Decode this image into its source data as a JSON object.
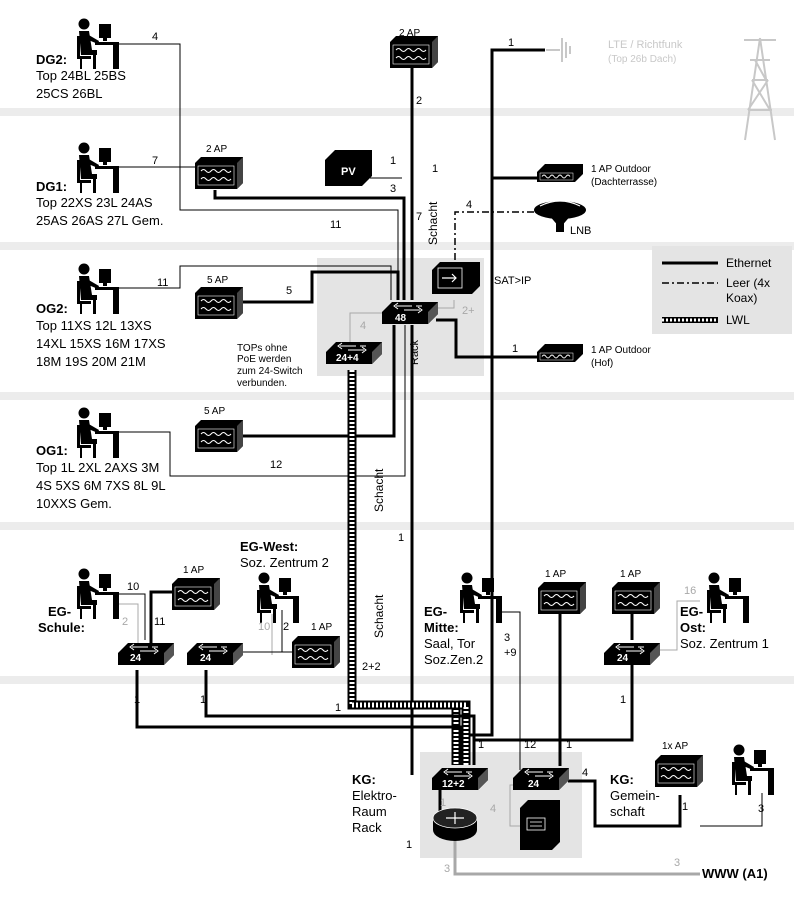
{
  "floors": {
    "dg2": {
      "name": "DG2:",
      "line1": "Top 24BL 25BS",
      "line2": "25CS 26BL"
    },
    "dg1": {
      "name": "DG1:",
      "line1": "Top 22XS 23L 24AS",
      "line2": "25AS 26AS 27L Gem."
    },
    "og2": {
      "name": "OG2:",
      "line1": "Top 11XS 12L 13XS",
      "line2": "14XL 15XS 16M 17XS",
      "line3": "18M 19S 20M 21M"
    },
    "og1": {
      "name": "OG1:",
      "line1": "Top 1L 2XL 2AXS 3M",
      "line2": "4S 5XS 6M 7XS 8L 9L",
      "line3": "10XXS Gem."
    },
    "eg_schule": {
      "name1": "EG-",
      "name2": "Schule:"
    },
    "eg_west": {
      "name": "EG-West:",
      "line1": "Soz. Zentrum 2"
    },
    "eg_mitte": {
      "name1": "EG-",
      "name2": "Mitte:",
      "line1": "Saal, Tor",
      "line2": "Soz.Zen.2"
    },
    "eg_ost": {
      "name1": "EG-",
      "name2": "Ost:",
      "line1": "Soz. Zentrum 1"
    },
    "kg_rack": {
      "name": "KG:",
      "line1": "Elektro-",
      "line2": "Raum",
      "line3": "Rack"
    },
    "kg_gem": {
      "name": "KG:",
      "line1": "Gemein-",
      "line2": "schaft"
    }
  },
  "devices": {
    "ap_dg2": "2 AP",
    "ap_dg1": "2 AP",
    "pv": "PV",
    "lte": "LTE / Richtfunk",
    "lte_sub": "(Top 26b Dach)",
    "ap_outdoor_roof": "1 AP Outdoor",
    "ap_outdoor_roof_sub": "(Dachterrasse)",
    "lnb": "LNB",
    "sat_ip": "SAT>IP",
    "ap_og2": "5 AP",
    "switch_48": "48",
    "switch_24_4": "24+4",
    "ap_outdoor_hof": "1 AP Outdoor",
    "ap_outdoor_hof_sub": "(Hof)",
    "ap_og1": "5 AP",
    "ap_schule": "1 AP",
    "switch_schule": "24",
    "switch_west": "24",
    "ap_west": "1 AP",
    "ap_mitte": "1 AP",
    "ap_ost": "1 AP",
    "switch_ost": "24",
    "switch_12_2": "12+2",
    "switch_kg_24": "24",
    "ap_kg": "1x AP",
    "www": "WWW (A1)",
    "rack": "Rack",
    "poe_note1": "TOPs ohne",
    "poe_note2": "PoE werden",
    "poe_note3": "zum 24-Switch",
    "poe_note4": "verbunden."
  },
  "shafts": [
    "Schacht",
    "Schacht",
    "Schacht"
  ],
  "cable_counts": {
    "dg2_pc": "4",
    "ap_top_down": "2",
    "lte": "1",
    "dg1_pc": "7",
    "pv": "1",
    "pv_down": "3",
    "roof_ap": "1",
    "sat_lnb": "4",
    "ap_dg1_run": "11",
    "shaft_7": "7",
    "og2_pc": "11",
    "og2_ap": "5",
    "grey_4": "4",
    "sat_2": "2+",
    "hof_ap": "1",
    "og1_pc": "12",
    "main_trunk": "1",
    "schule_ap": "10",
    "schule_grey": "2",
    "schule_pc": "11",
    "west_grey": "10",
    "west_pc": "2",
    "lwl_22": "2+2",
    "schule_down": "1",
    "west_down": "1",
    "lwl_1": "1",
    "mitte_39a": "3",
    "mitte_39b": "+9",
    "ost_grey": "16",
    "ost_down": "1",
    "mitte_12": "12",
    "kg_24_up": "1",
    "kg_4": "4",
    "kg_ap_1": "1",
    "kg_pc_3": "3",
    "grey_kg_4": "4",
    "router_1": "1",
    "kg_grey_1": "1",
    "www_grey_3": "3",
    "router_grey_3": "3"
  },
  "legend": {
    "ethernet": "Ethernet",
    "leer1": "Leer (4x",
    "leer2": "Koax)",
    "lwl": "LWL"
  }
}
